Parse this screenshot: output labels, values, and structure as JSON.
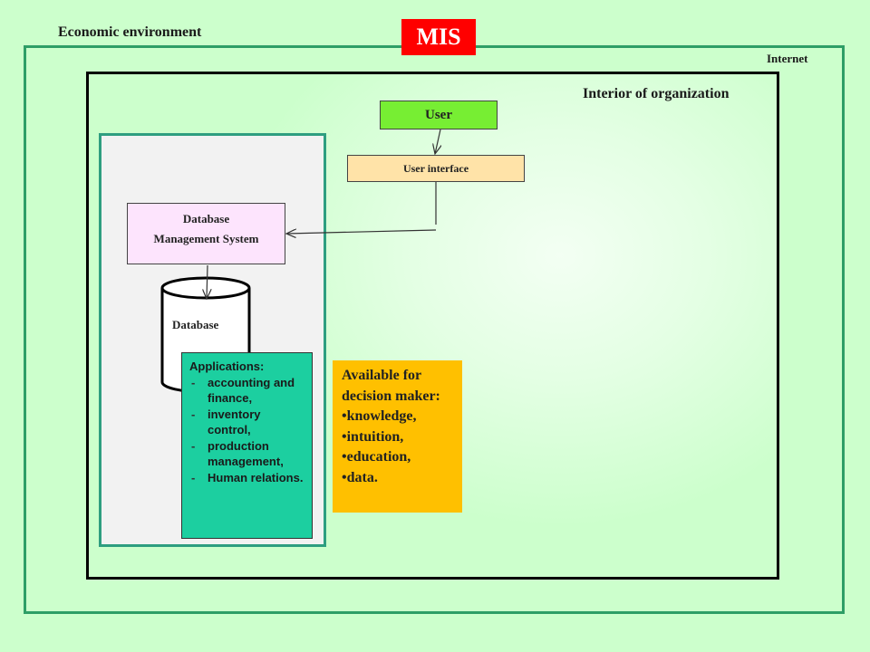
{
  "labels": {
    "economic_environment": "Economic environment",
    "internet": "Internet",
    "interior": "Interior of organization",
    "mis": "MIS"
  },
  "nodes": {
    "user": "User",
    "user_interface": "User interface",
    "dbms_line1": "Database",
    "dbms_line2": "Management System",
    "database": "Database"
  },
  "applications": {
    "title": "Applications:",
    "items": [
      "accounting and finance,",
      " inventory control,",
      "production management,",
      "Human relations."
    ]
  },
  "decision": {
    "title": "Available for decision maker:",
    "items": [
      "knowledge,",
      "intuition,",
      "education,",
      "data."
    ]
  },
  "colors": {
    "background": "#ccffcc",
    "frame": "#2e9e66",
    "mis": "#ff0000",
    "user": "#77ee33",
    "user_interface": "#ffe3a8",
    "dbms": "#fde4fd",
    "applications": "#1ccfa0",
    "decision": "#ffc000"
  }
}
